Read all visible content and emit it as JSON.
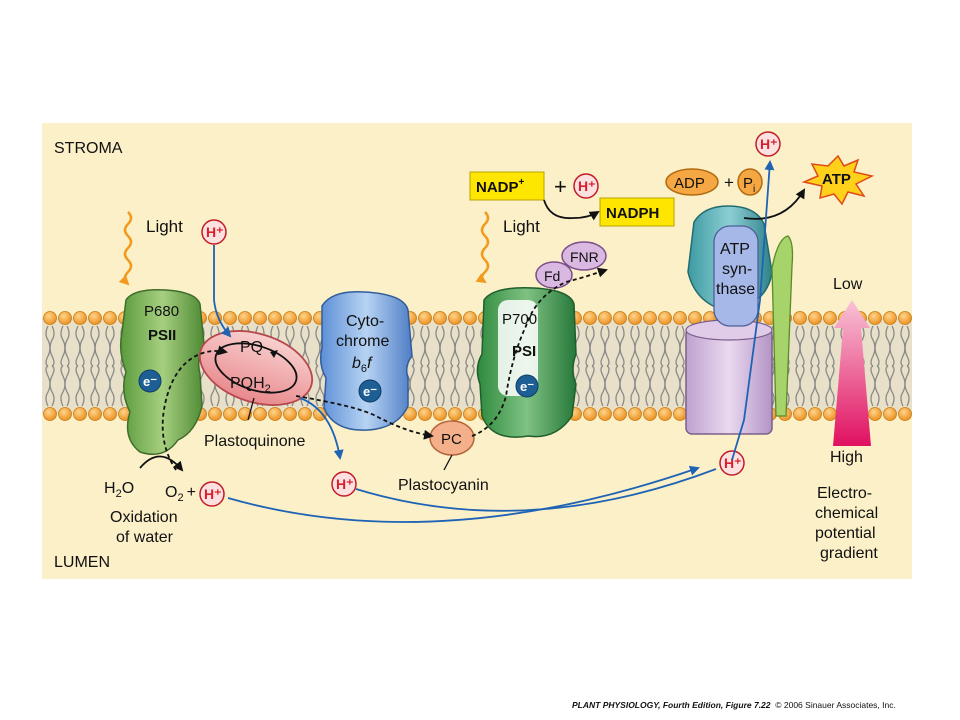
{
  "regions": {
    "stroma": "STROMA",
    "lumen": "LUMEN"
  },
  "light": [
    "Light",
    "Light"
  ],
  "proton": "H⁺",
  "electron": "e⁻",
  "psii": {
    "top": "P680",
    "bottom": "PSII"
  },
  "pq": {
    "pq": "PQ",
    "pqh": "PQH",
    "sub": "2",
    "name": "Plastoquinone"
  },
  "cytochrome": {
    "line1": "Cyto-",
    "line2": "chrome",
    "b": "b",
    "sub": "6",
    "f": "f"
  },
  "psi": {
    "top": "P700",
    "bottom": "PSI"
  },
  "pc": {
    "label": "PC",
    "name": "Plastocyanin"
  },
  "fd": "Fd",
  "fnr": "FNR",
  "nadp": {
    "text": "NADP",
    "sup": "+",
    "plus": "+",
    "product": "NADPH"
  },
  "adp": {
    "adp": "ADP",
    "plus": "+",
    "pi": "P",
    "pi_sub": "i",
    "atp": "ATP"
  },
  "atp_synthase": [
    "ATP",
    "syn-",
    "thase"
  ],
  "water": {
    "h": "H",
    "sub": "2",
    "o": "O",
    "o2_o": "O",
    "o2_sub": "2",
    "plus": "+",
    "line1": "Oxidation",
    "line2": "of water"
  },
  "gradient": {
    "low": "Low",
    "high": "High",
    "line1": "Electro-",
    "line2": "chemical",
    "line3": "potential",
    "line4": "gradient"
  },
  "credit": {
    "title": "PLANT PHYSIOLOGY, Fourth Edition, Figure 7.22",
    "copyright": "© 2006 Sinauer Associates, Inc."
  },
  "colors": {
    "panel": "#fbf0c8",
    "lipid_head": "#f2a233",
    "proton_red": "#d8202c",
    "arrow_blue": "#1f63b5",
    "nadph_box": "#ffe600",
    "atp_star": "#ffd11a"
  }
}
